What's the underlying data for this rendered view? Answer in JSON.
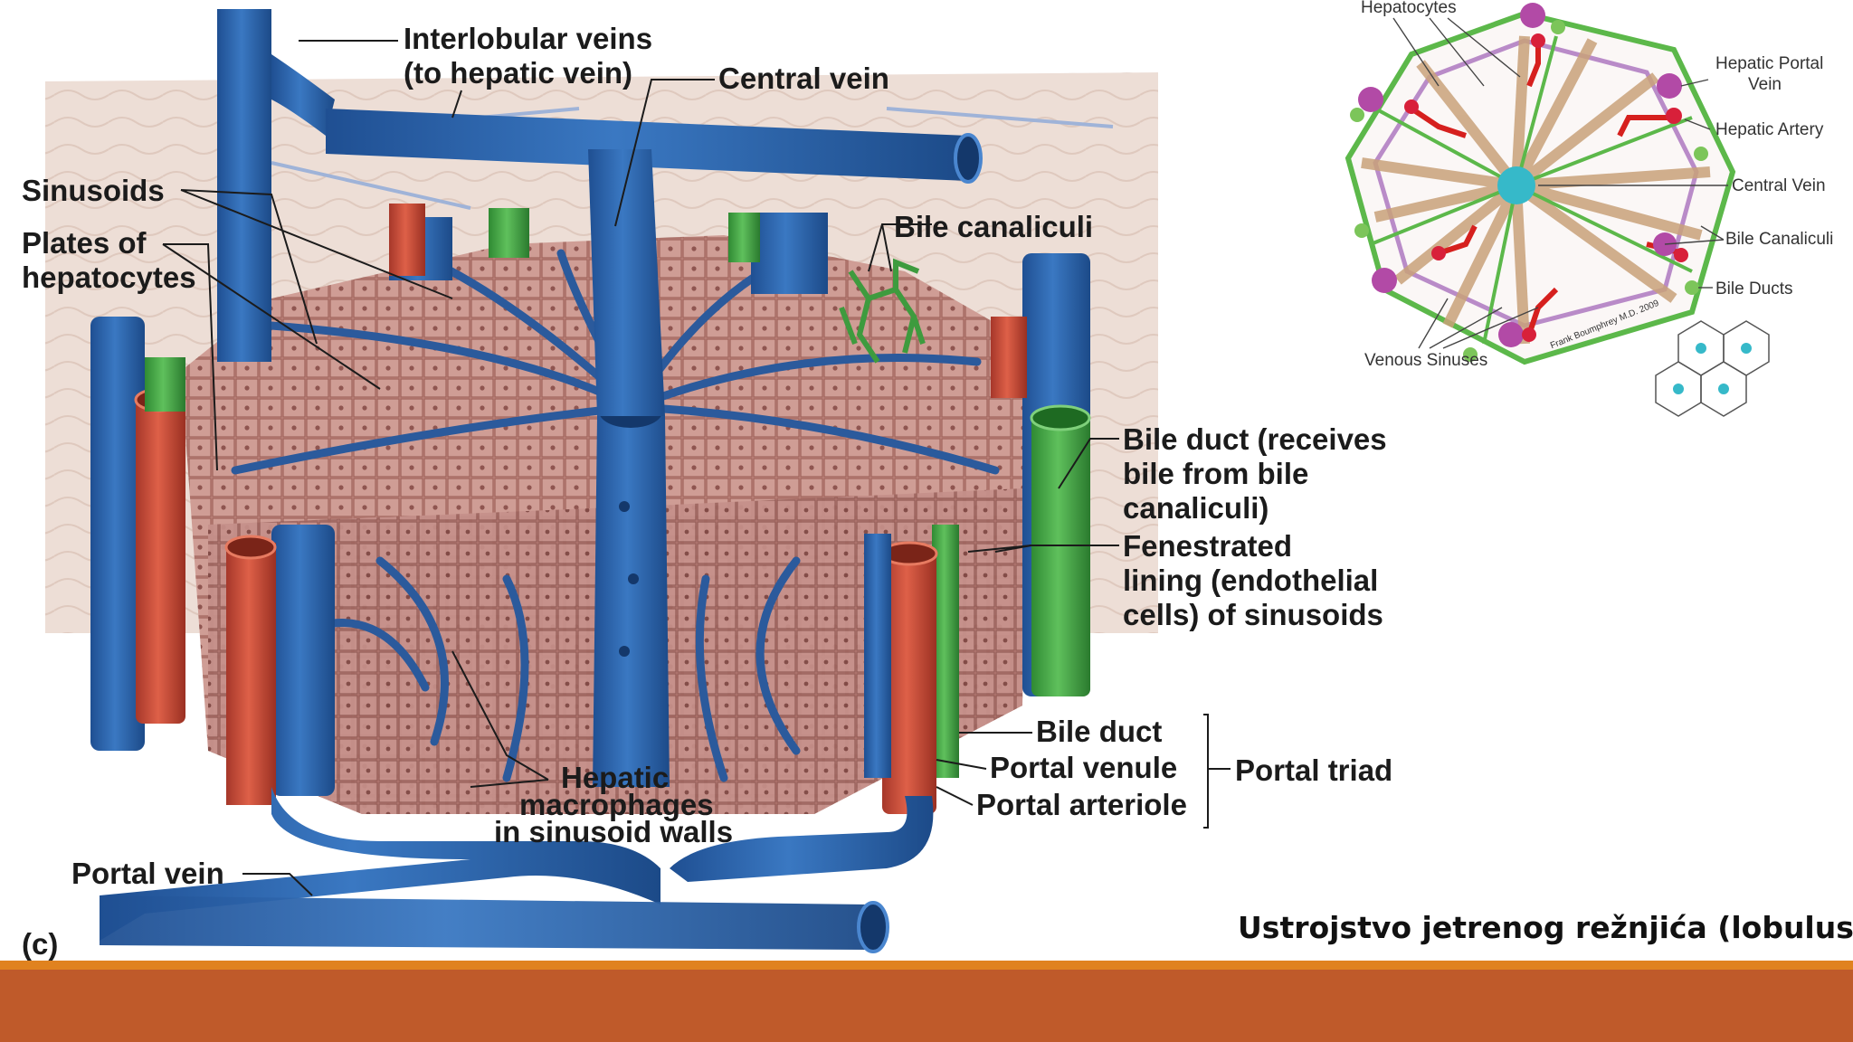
{
  "main_labels": {
    "interlobular_veins": "Interlobular veins",
    "interlobular_veins_note": "(to hepatic vein)",
    "central_vein": "Central vein",
    "sinusoids": "Sinusoids",
    "plates_line1": "Plates of",
    "plates_line2": "hepatocytes",
    "bile_canaliculi": "Bile canaliculi",
    "bile_duct_receives_1": "Bile duct (receives",
    "bile_duct_receives_2": "bile from bile",
    "bile_duct_receives_3": "canaliculi)",
    "fenestrated_1": "Fenestrated",
    "fenestrated_2": "lining (endothelial",
    "fenestrated_3": "cells) of sinusoids",
    "bile_duct": "Bile duct",
    "portal_venule": "Portal venule",
    "portal_arteriole": "Portal arteriole",
    "portal_triad": "Portal triad",
    "macrophages_1": "Hepatic",
    "macrophages_2": "macrophages",
    "macrophages_3": "in sinusoid walls",
    "portal_vein": "Portal vein",
    "panel_letter": "(c)"
  },
  "inset_labels": {
    "hepatocytes": "Hepatocytes",
    "hepatic_portal_1": "Hepatic Portal",
    "hepatic_portal_2": "Vein",
    "hepatic_artery": "Hepatic Artery",
    "central_vein": "Central Vein",
    "bile_canaliculi": "Bile Canaliculi",
    "bile_ducts": "Bile Ducts",
    "venous_sinuses": "Venous Sinuses",
    "credit": "Frank Boumphrey M.D. 2009"
  },
  "caption": "Ustrojstvo jetrenog režnjića (lobulusa)",
  "colors": {
    "vein_blue": "#2f66ad",
    "artery_red": "#c94a32",
    "bile_green": "#4aa24a",
    "hepatocyte_pink": "#c8928a",
    "band_orange": "#e0821f",
    "band_rust": "#bf5a2a"
  }
}
